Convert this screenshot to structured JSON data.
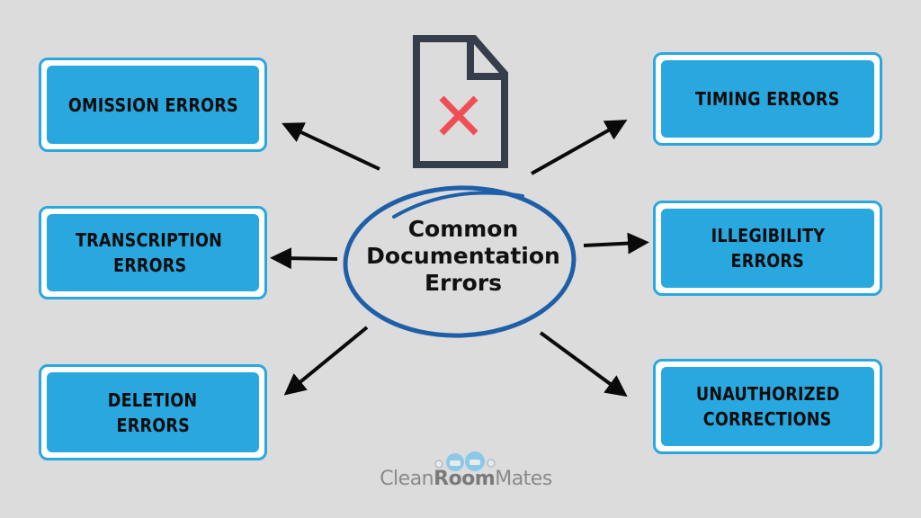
{
  "title": {
    "lines": [
      "Common",
      "Documentation",
      "Errors"
    ]
  },
  "boxes": {
    "omission": {
      "lines": [
        "OMISSION ERRORS"
      ]
    },
    "transcription": {
      "lines": [
        "TRANSCRIPTION",
        "ERRORS"
      ]
    },
    "deletion": {
      "lines": [
        "DELETION",
        "ERRORS"
      ]
    },
    "timing": {
      "lines": [
        "TIMING ERRORS"
      ]
    },
    "illegibility": {
      "lines": [
        "ILLEGIBILITY",
        "ERRORS"
      ]
    },
    "unauthorized": {
      "lines": [
        "UNAUTHORIZED",
        "CORRECTIONS"
      ]
    }
  },
  "logo": {
    "part1": "Clean",
    "part2": "Room",
    "part3": "Mates"
  },
  "icons": {
    "document": "document-error-icon",
    "mascot": "cleanroom-mascot-icon"
  },
  "colors": {
    "background": "#dcdcdc",
    "box_fill": "#29a8e0",
    "box_border": "#ffffff",
    "ellipse": "#1f5fa8",
    "document_stroke": "#363d4b",
    "cross": "#f04e56",
    "text": "#0d0d0d"
  }
}
